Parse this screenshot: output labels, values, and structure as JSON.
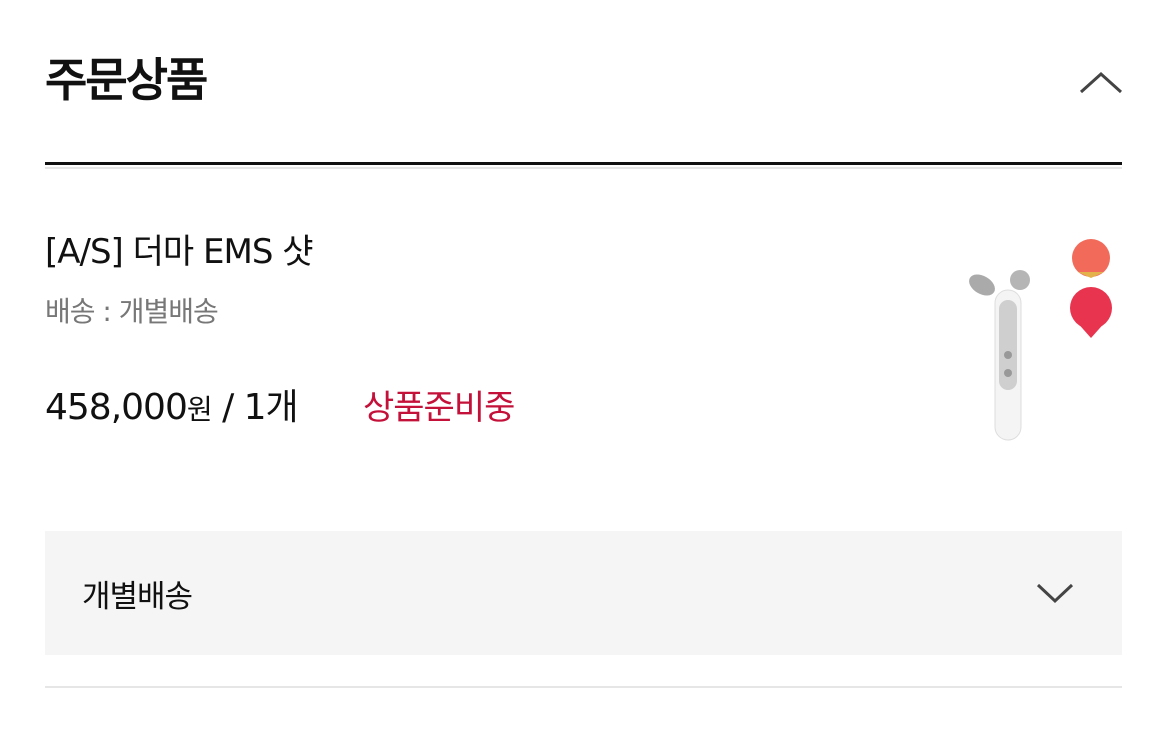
{
  "section": {
    "title": "주문상품"
  },
  "product": {
    "name": "[A/S] 더마 EMS 샷",
    "shipping": "배송 : 개별배송",
    "price": "458,000",
    "currency": "원",
    "quantity": " / 1개",
    "status": "상품준비중"
  },
  "delivery_group": {
    "label": "개별배송"
  },
  "colors": {
    "status": "#c4113a",
    "panel": "#f5f5f5"
  }
}
